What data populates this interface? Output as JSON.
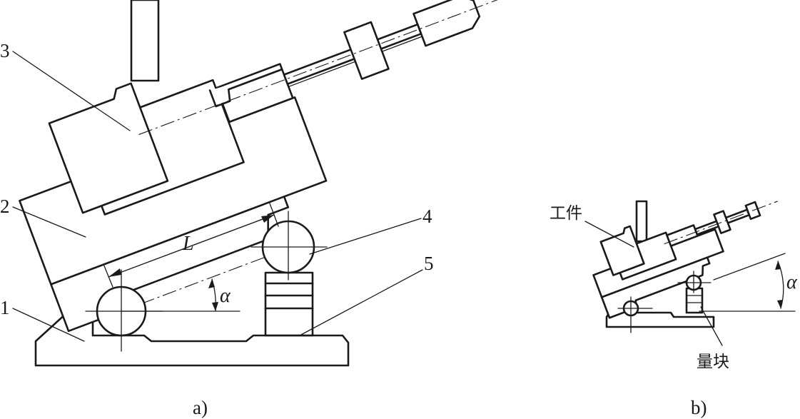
{
  "figure_a": {
    "labels": {
      "l1": "1",
      "l2": "2",
      "l3": "3",
      "l4": "4",
      "l5": "5",
      "L": "L",
      "alpha": "α"
    },
    "caption": "a)"
  },
  "figure_b": {
    "labels": {
      "workpiece": "工件",
      "gauge_block": "量块",
      "alpha": "α"
    },
    "caption": "b)"
  }
}
